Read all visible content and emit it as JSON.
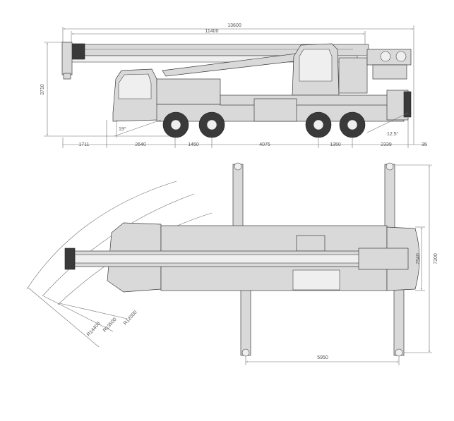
{
  "side_view": {
    "overall_length": "13600",
    "boom_length": "11400",
    "height": "3710",
    "approach_angle": "19°",
    "departure_angle": "12.5°",
    "segments": [
      "1711",
      "2640",
      "1450",
      "4075",
      "1350",
      "2339",
      "35"
    ]
  },
  "top_view": {
    "radius_inner": "R12000",
    "radius_mid": "R13500",
    "radius_outer": "R14400",
    "outrigger_span_long": "5950",
    "width_narrow": "2540",
    "width_outrigger": "7200"
  },
  "colors": {
    "line": "#6d6d6d",
    "body": "#d9d9d9",
    "dark": "#3a3a3a",
    "text": "#555555"
  }
}
